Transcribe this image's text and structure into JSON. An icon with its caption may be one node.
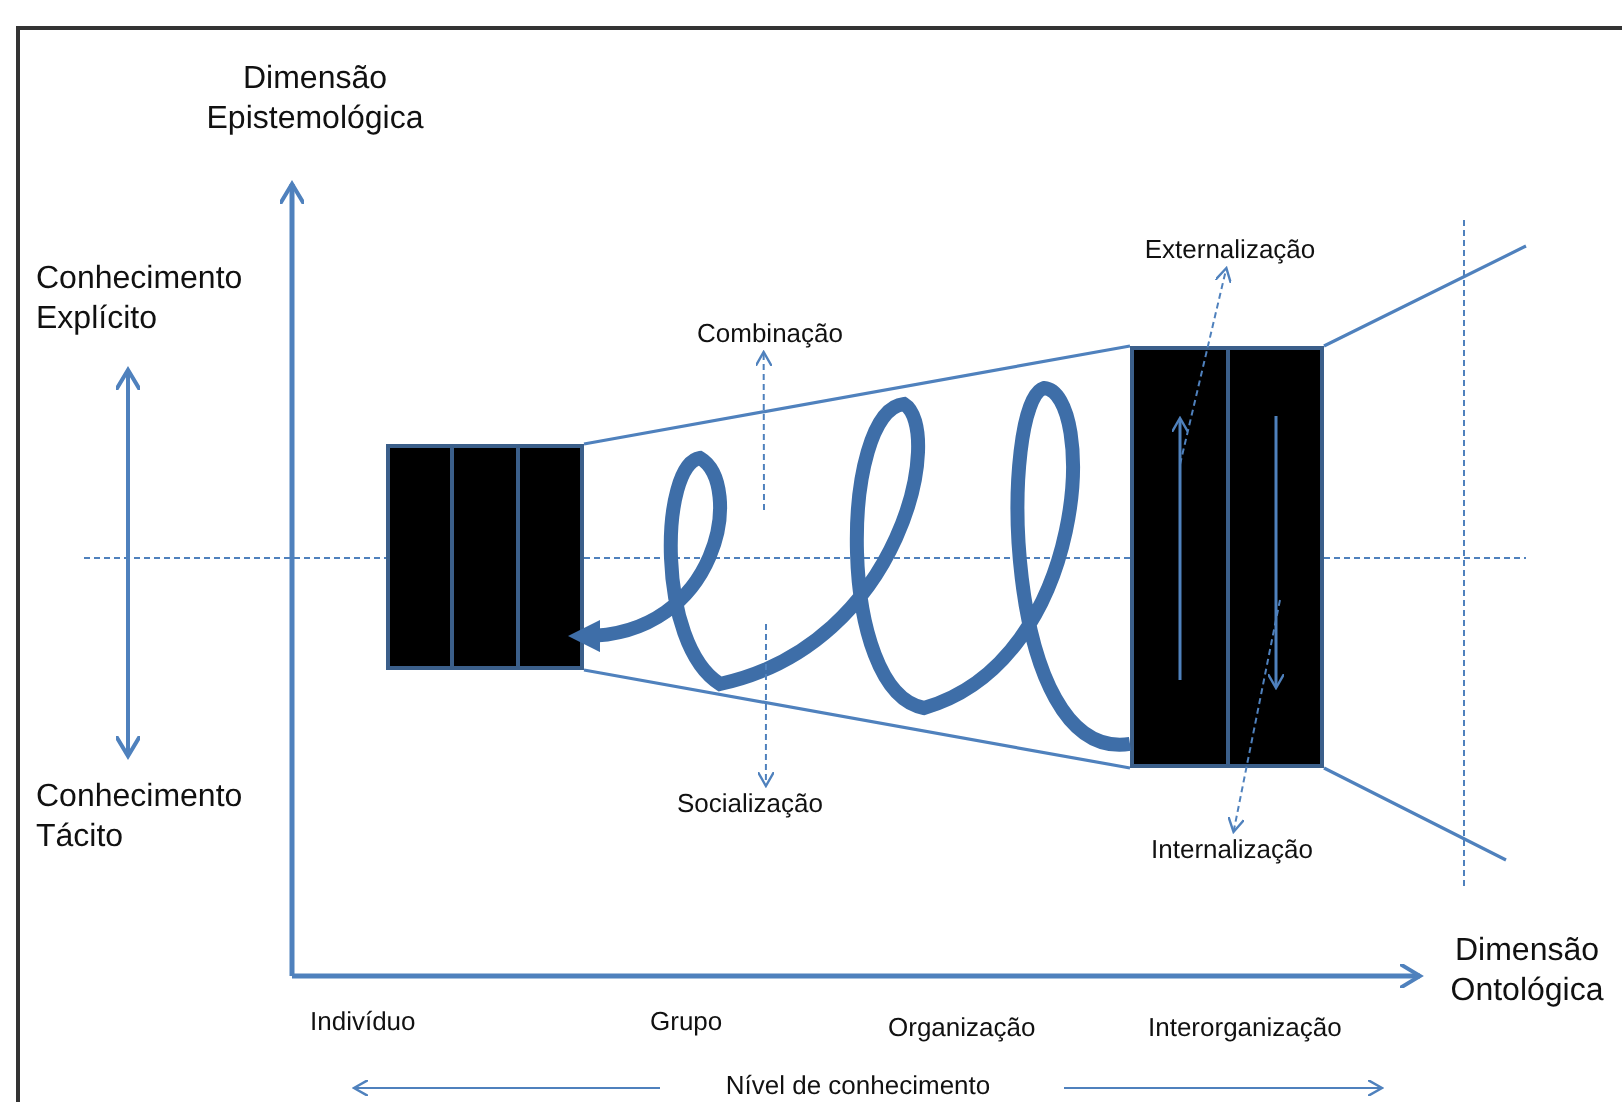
{
  "diagram": {
    "nodes": [
      {
        "text": [],
        "shape": "box"
      },
      {
        "text": [],
        "shape": "box"
      },
      {
        "text": [
          "Combinação"
        ]
      },
      {
        "text": [
          "Socialização"
        ]
      },
      {
        "text": [
          "Externalização"
        ]
      },
      {
        "text": [
          "Internalização"
        ]
      }
    ],
    "edges": [
      {
        "from": 1,
        "to": 0,
        "arrow": "to",
        "style": "thick"
      },
      {
        "from": null,
        "to": 2,
        "arrow": "to",
        "style": "dashed"
      },
      {
        "from": null,
        "to": 3,
        "arrow": "to",
        "style": "dashed"
      },
      {
        "from": 1,
        "to": 4,
        "arrow": "to",
        "style": "dashed"
      },
      {
        "from": 1,
        "to": 5,
        "arrow": "to",
        "style": "dashed"
      }
    ],
    "labels": [
      "Dimensão Epistemológica",
      "Conhecimento Explícito",
      "Conhecimento Tácito",
      "Dimensão Ontológica",
      "Indivíduo",
      "Grupo",
      "Organização",
      "Interorganização",
      "Nível de conhecimento"
    ]
  }
}
